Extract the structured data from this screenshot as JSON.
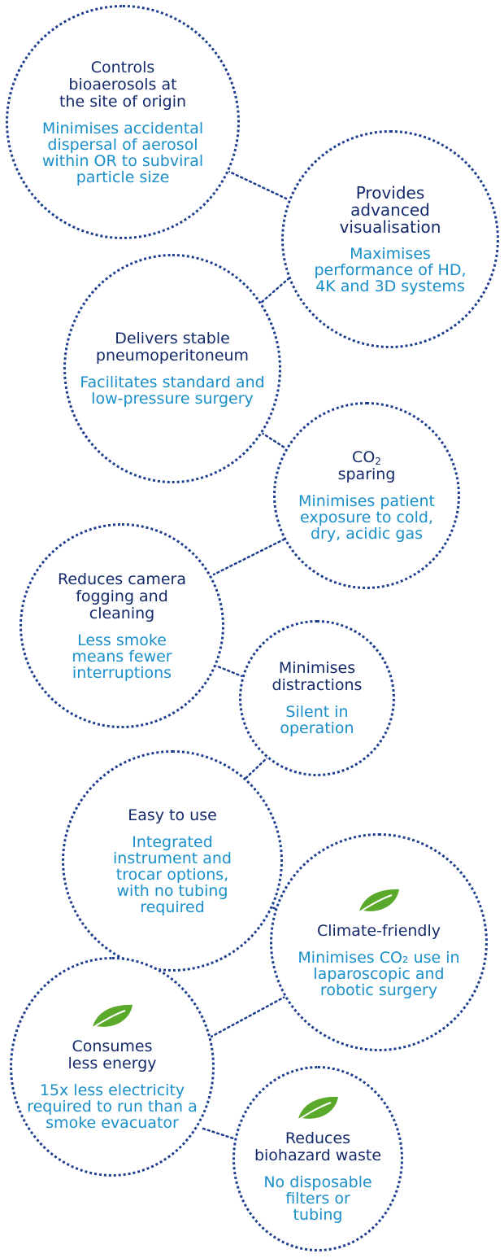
{
  "colors": {
    "title": "#13296a",
    "description": "#1a8fc9",
    "border": "#1d3e8c",
    "leaf": "#5aa92a"
  },
  "bubbles": [
    {
      "title": "Controls bioaerosols at the site of origin",
      "desc": "Minimises accidental dispersal of aerosol within OR to subviral particle size",
      "icon": ""
    },
    {
      "title": "Provides advanced visualisation",
      "desc": "Maximises performance of HD, 4K and 3D systems",
      "icon": ""
    },
    {
      "title": "Delivers stable pneumoperitoneum",
      "desc": "Facilitates standard and low-pressure surgery",
      "icon": ""
    },
    {
      "title": "CO",
      "title_sub": "2",
      "title2": "sparing",
      "desc": "Minimises patient exposure to cold, dry, acidic gas",
      "icon": ""
    },
    {
      "title": "Reduces camera fogging and cleaning",
      "desc": "Less smoke means fewer interruptions",
      "icon": ""
    },
    {
      "title": "Minimises distractions",
      "desc": "Silent in operation",
      "icon": ""
    },
    {
      "title": "Easy to use",
      "desc": "Integrated instrument and trocar options, with no tubing required",
      "icon": ""
    },
    {
      "title": "Climate-friendly",
      "desc": "Minimises CO₂ use in laparoscopic and robotic surgery",
      "icon": "leaf-icon"
    },
    {
      "title": "Consumes less energy",
      "desc": "15x less electricity required to run than a smoke evacuator",
      "icon": "leaf-icon"
    },
    {
      "title": "Reduces biohazard waste",
      "desc": "No disposable filters or tubing",
      "icon": "leaf-icon"
    }
  ]
}
